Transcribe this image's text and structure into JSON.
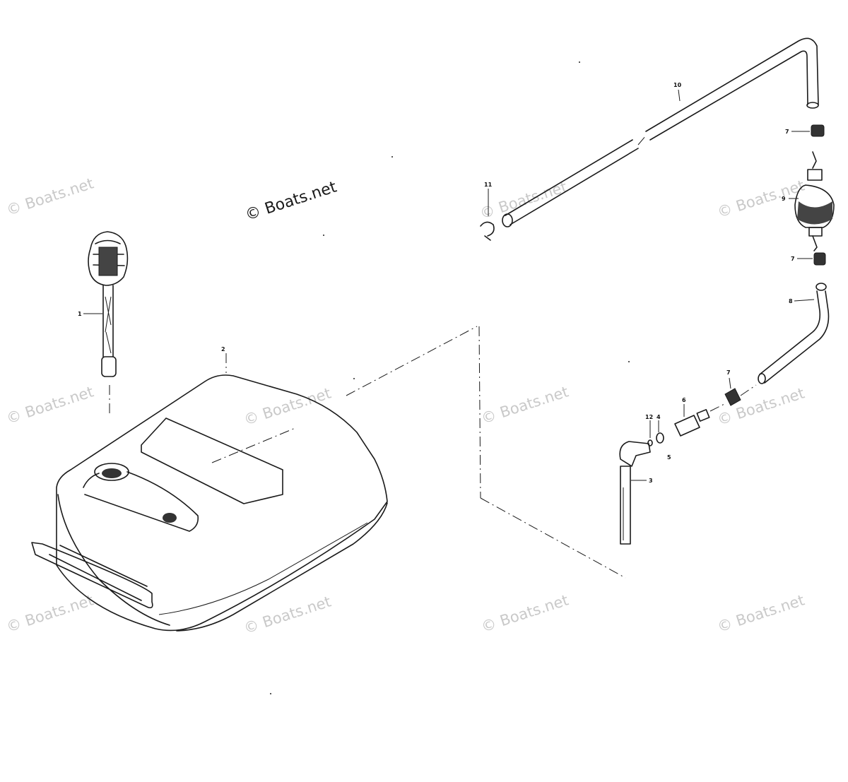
{
  "watermarks": {
    "main": "© Boats.net",
    "tile": "© Boats.net"
  },
  "callouts": {
    "c1": "1",
    "c2": "2",
    "c3": "3",
    "c4": "4",
    "c5": "5",
    "c6": "6",
    "c7a": "7",
    "c7b": "7",
    "c7c": "7",
    "c8": "8",
    "c9": "9",
    "c10": "10",
    "c11": "11",
    "c12": "12"
  },
  "colors": {
    "ink": "#1a1a1a",
    "watermark": "#c9c9c9",
    "background": "#ffffff"
  }
}
